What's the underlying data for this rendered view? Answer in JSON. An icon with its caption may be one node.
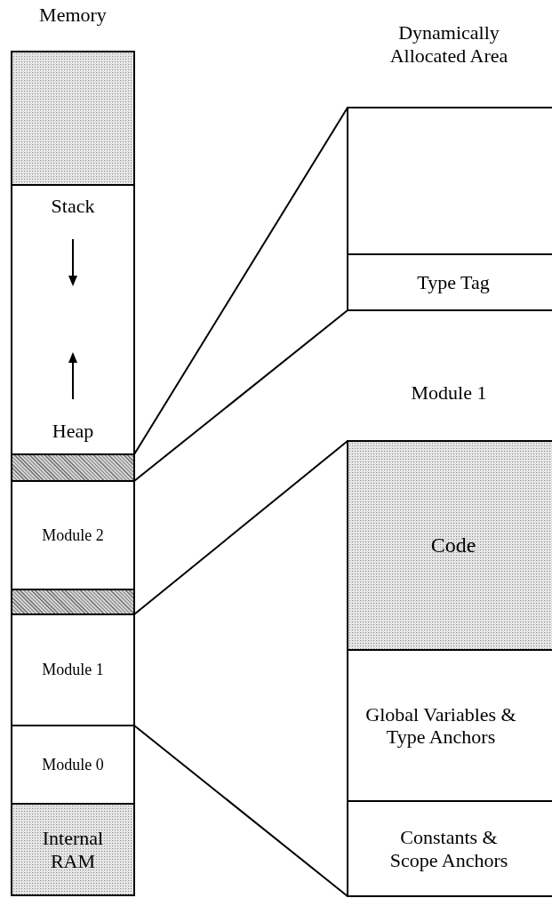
{
  "diagram": {
    "nodes": [
      {
        "text": [
          "Memory"
        ]
      },
      {
        "text": [],
        "shape": "box",
        "in": 0
      },
      {
        "text": [
          "Stack",
          "Heap"
        ],
        "in": 0
      },
      {
        "text": [],
        "shape": "box",
        "in": 0
      },
      {
        "text": [
          "Module 2"
        ],
        "in": 0
      },
      {
        "text": [],
        "shape": "box",
        "in": 0
      },
      {
        "text": [
          "Module 1"
        ],
        "in": 0
      },
      {
        "text": [
          "Module 0"
        ],
        "in": 0
      },
      {
        "text": [
          "Internal RAM"
        ],
        "in": 0
      },
      {
        "text": [
          "Dynamically Allocated Area"
        ]
      },
      {
        "text": [],
        "shape": "box",
        "in": 9
      },
      {
        "text": [
          "Type Tag"
        ],
        "in": 9
      },
      {
        "text": [
          "Module 1"
        ]
      },
      {
        "text": [
          "Code"
        ],
        "in": 12
      },
      {
        "text": [
          "Global Variables & Type Anchors"
        ],
        "in": 12
      },
      {
        "text": [
          "Constants & Scope Anchors"
        ],
        "in": 12
      }
    ],
    "edges": [
      {
        "from": 3,
        "to": 9,
        "arrow": "none"
      },
      {
        "from": 3,
        "to": 9,
        "arrow": "none"
      },
      {
        "from": 6,
        "to": 12,
        "arrow": "none"
      },
      {
        "from": 6,
        "to": 12,
        "arrow": "none"
      }
    ]
  }
}
